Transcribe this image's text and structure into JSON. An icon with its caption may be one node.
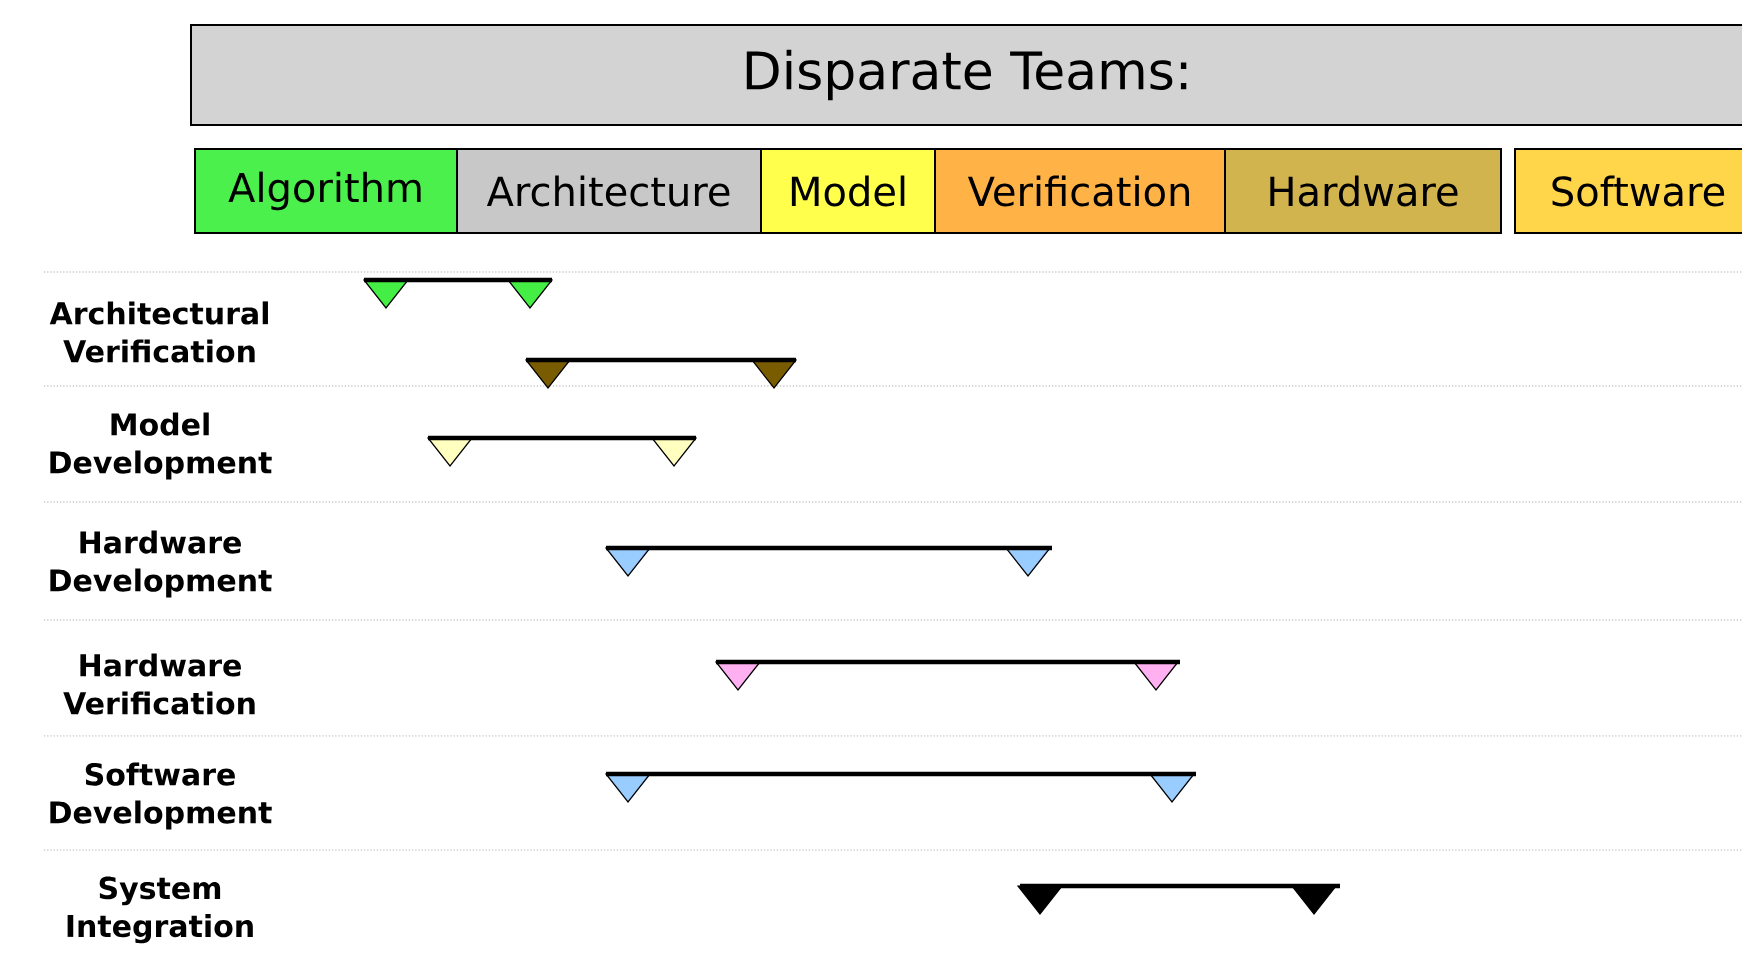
{
  "diagram": {
    "nodes": [
      {
        "text": [
          "Disparate Teams:"
        ]
      },
      {
        "text": [
          "Algorithm"
        ]
      },
      {
        "text": [
          "Architecture"
        ]
      },
      {
        "text": [
          "Model"
        ]
      },
      {
        "text": [
          "Verification"
        ]
      },
      {
        "text": [
          "Hardware"
        ]
      },
      {
        "text": [
          "Software"
        ]
      }
    ],
    "labels": [
      "Architectural Verification",
      "Model Development",
      "Hardware Development",
      "Hardware Verification",
      "Software Development",
      "System Integration"
    ]
  }
}
